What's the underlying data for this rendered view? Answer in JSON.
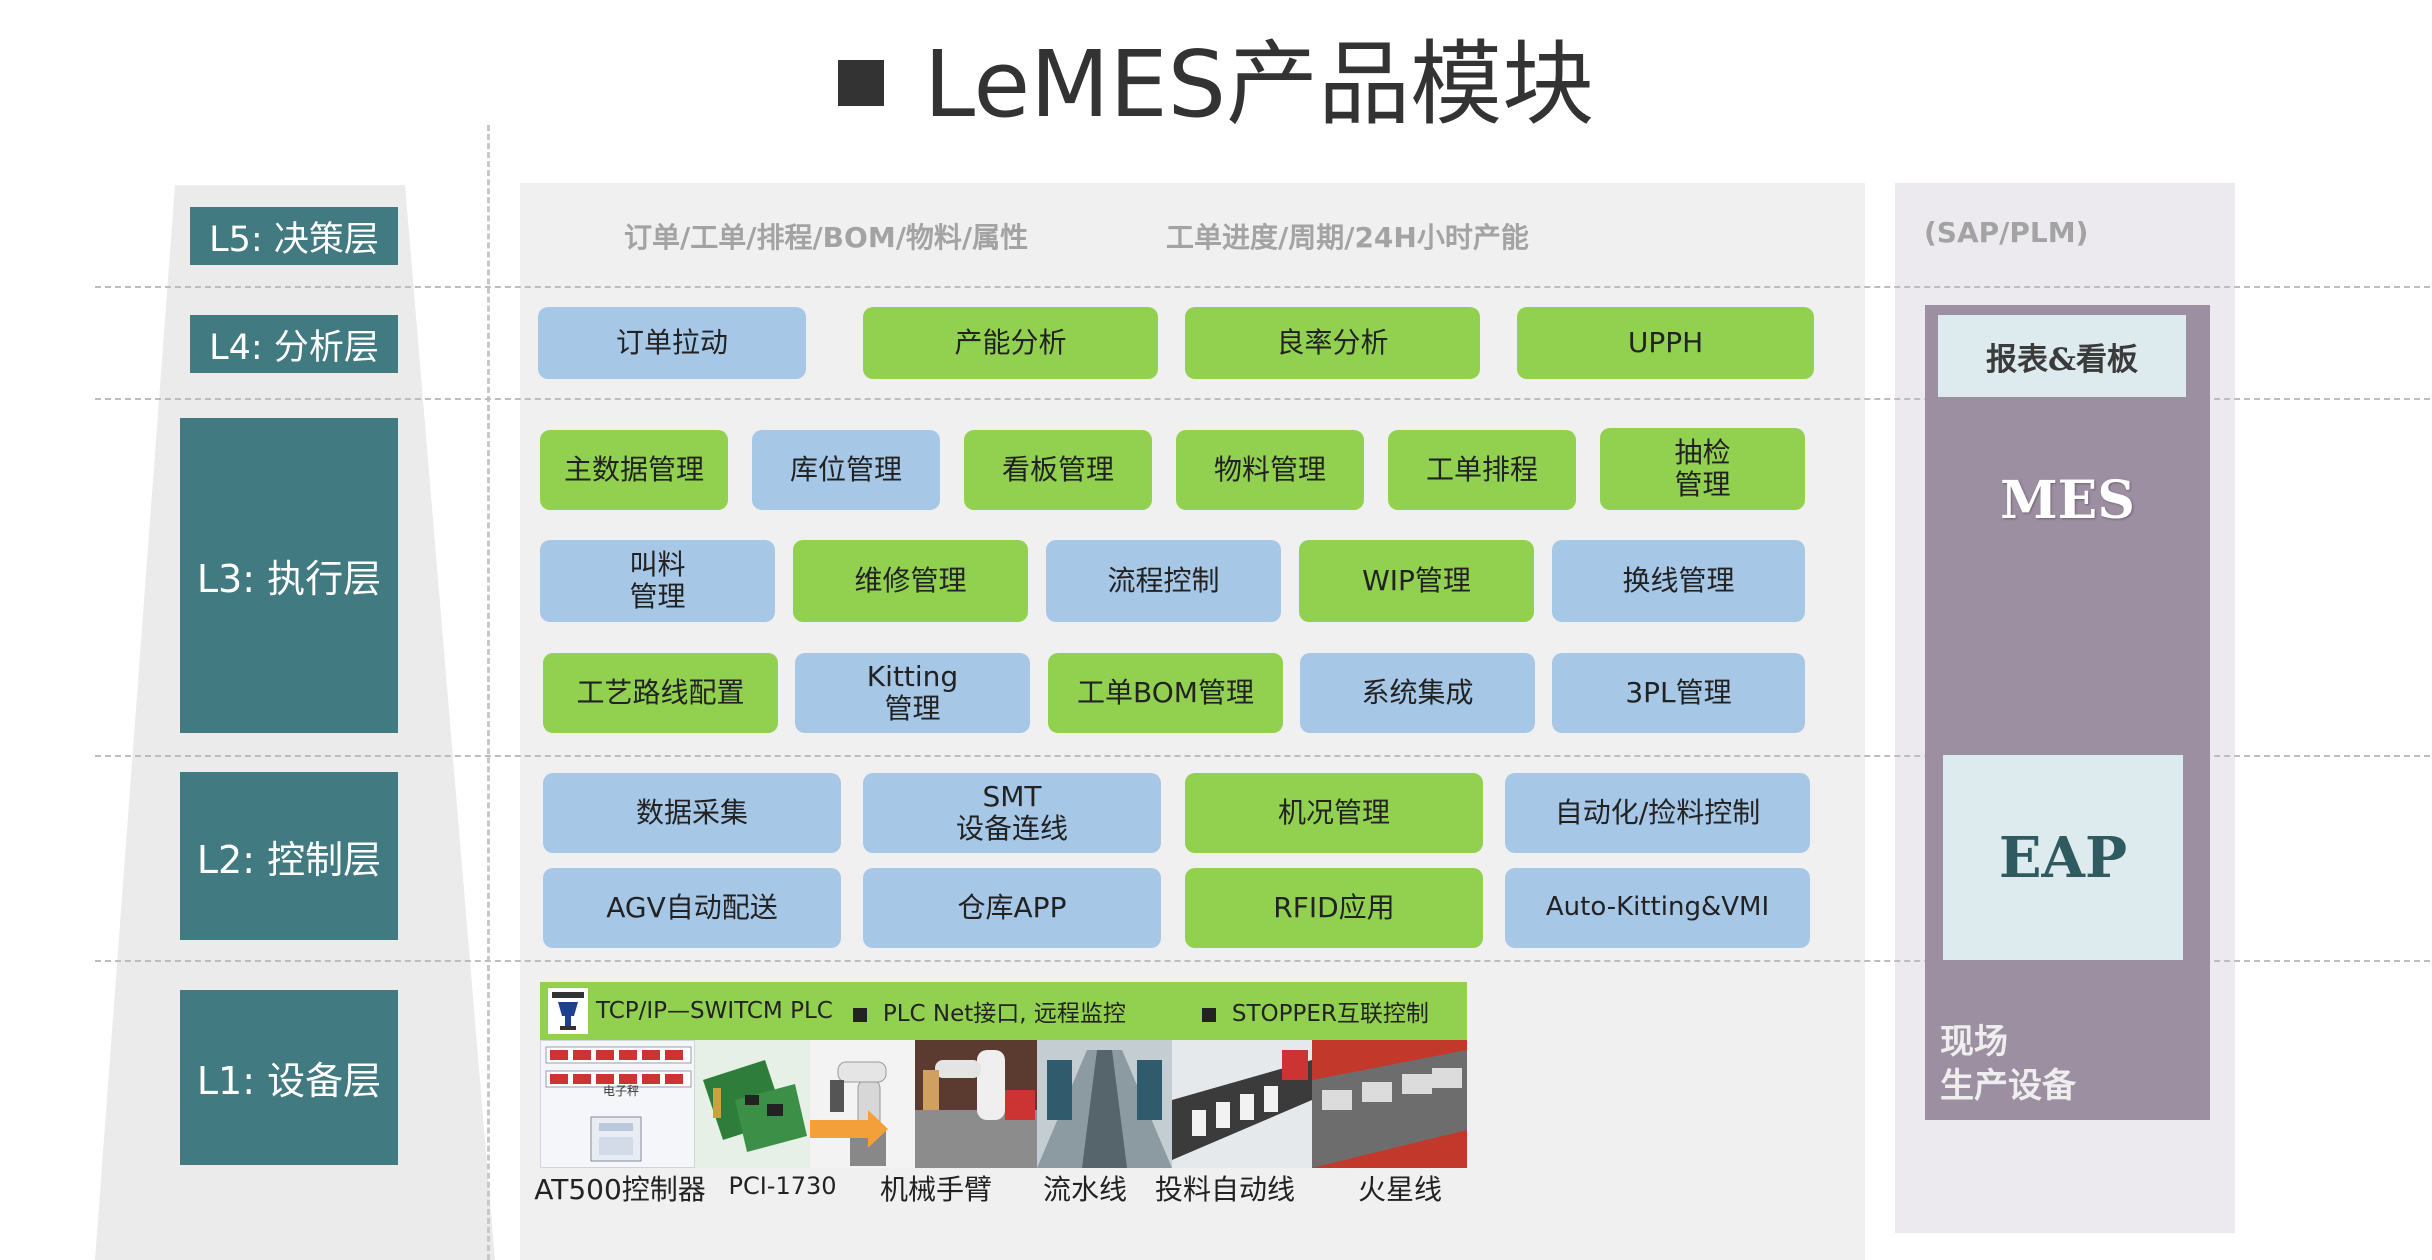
{
  "title": "LeMES产品模块",
  "layers": {
    "l5": "L5: 决策层",
    "l4": "L4: 分析层",
    "l3": "L3: 执行层",
    "l2": "L2: 控制层",
    "l1": "L1: 设备层"
  },
  "l5_header": {
    "left": "订单/工单/排程/BOM/物料/属性",
    "right": "工单进度/周期/24H小时产能",
    "side": "(SAP/PLM)"
  },
  "l4_modules": [
    "订单拉动",
    "产能分析",
    "良率分析",
    "UPPH"
  ],
  "l3_row1": [
    "主数据管理",
    "库位管理",
    "看板管理",
    "物料管理",
    "工单排程",
    "抽检\n管理"
  ],
  "l3_row2": [
    "叫料\n管理",
    "维修管理",
    "流程控制",
    "WIP管理",
    "换线管理"
  ],
  "l3_row3": [
    "工艺路线配置",
    "Kitting\n管理",
    "工单BOM管理",
    "系统集成",
    "3PL管理"
  ],
  "l2_row1": [
    "数据采集",
    "SMT\n设备连线",
    "机况管理",
    "自动化/捡料控制"
  ],
  "l2_row2": [
    "AGV自动配送",
    "仓库APP",
    "RFID应用",
    "Auto-Kitting&VMI"
  ],
  "l1_bar": {
    "item1": "TCP/IP—SWITCM PLC",
    "item2": "PLC Net接口, 远程监控",
    "item3": "STOPPER互联控制"
  },
  "l1_captions": [
    "AT500控制器",
    "PCI-1730",
    "机械手臂",
    "流水线",
    "投料自动线",
    "火星线"
  ],
  "l1_small_label": "电子秤",
  "right_panel": {
    "report": "报表&看板",
    "mes": "MES",
    "eap": "EAP",
    "field": "现场\n生产设备"
  },
  "colors": {
    "layer": "#417a80",
    "green": "#92d050",
    "blue": "#a7c7e7",
    "mes": "#9d8fa2",
    "eap_bg": "#ddebef"
  }
}
